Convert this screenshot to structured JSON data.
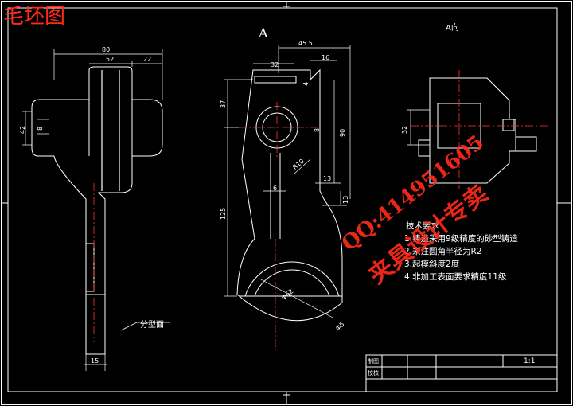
{
  "drawing": {
    "watermark_title": "毛坯图",
    "view_a_label": "A",
    "view_a_title": "A向",
    "parting_label": "分型面",
    "scale": "1:1",
    "table_labels": [
      "制图",
      "校核"
    ]
  },
  "tech_requirements": {
    "heading": "技术要求",
    "items": [
      "1.铸造采用9级精度的砂型铸造",
      "2.未注圆角半径为R2",
      "3.起模斜度2度",
      "4.非加工表面要求精度11级"
    ]
  },
  "dimensions": {
    "left_view": {
      "width_total": "80",
      "width_mid": "52",
      "width_right": "22",
      "height_left": "42",
      "small_8": "8",
      "bottom_width": "15"
    },
    "front_view": {
      "top_offset": "45.5",
      "d32": "32",
      "d16": "16",
      "d4": "4",
      "d37": "37",
      "d8": "8",
      "d90": "90",
      "radius": "R10",
      "d13a": "13",
      "d6": "6",
      "d13b": "13",
      "d125": "125",
      "big_dia": "Φ62",
      "big_r": "Φ5"
    },
    "a_view": {
      "d32": "32"
    }
  },
  "watermark": {
    "qq": "QQ:414951605",
    "sub": "夹具设计专卖"
  },
  "colors": {
    "background": "#000000",
    "line": "#ffffff",
    "center": "#ff3333",
    "watermark": "#ff2a1a"
  }
}
